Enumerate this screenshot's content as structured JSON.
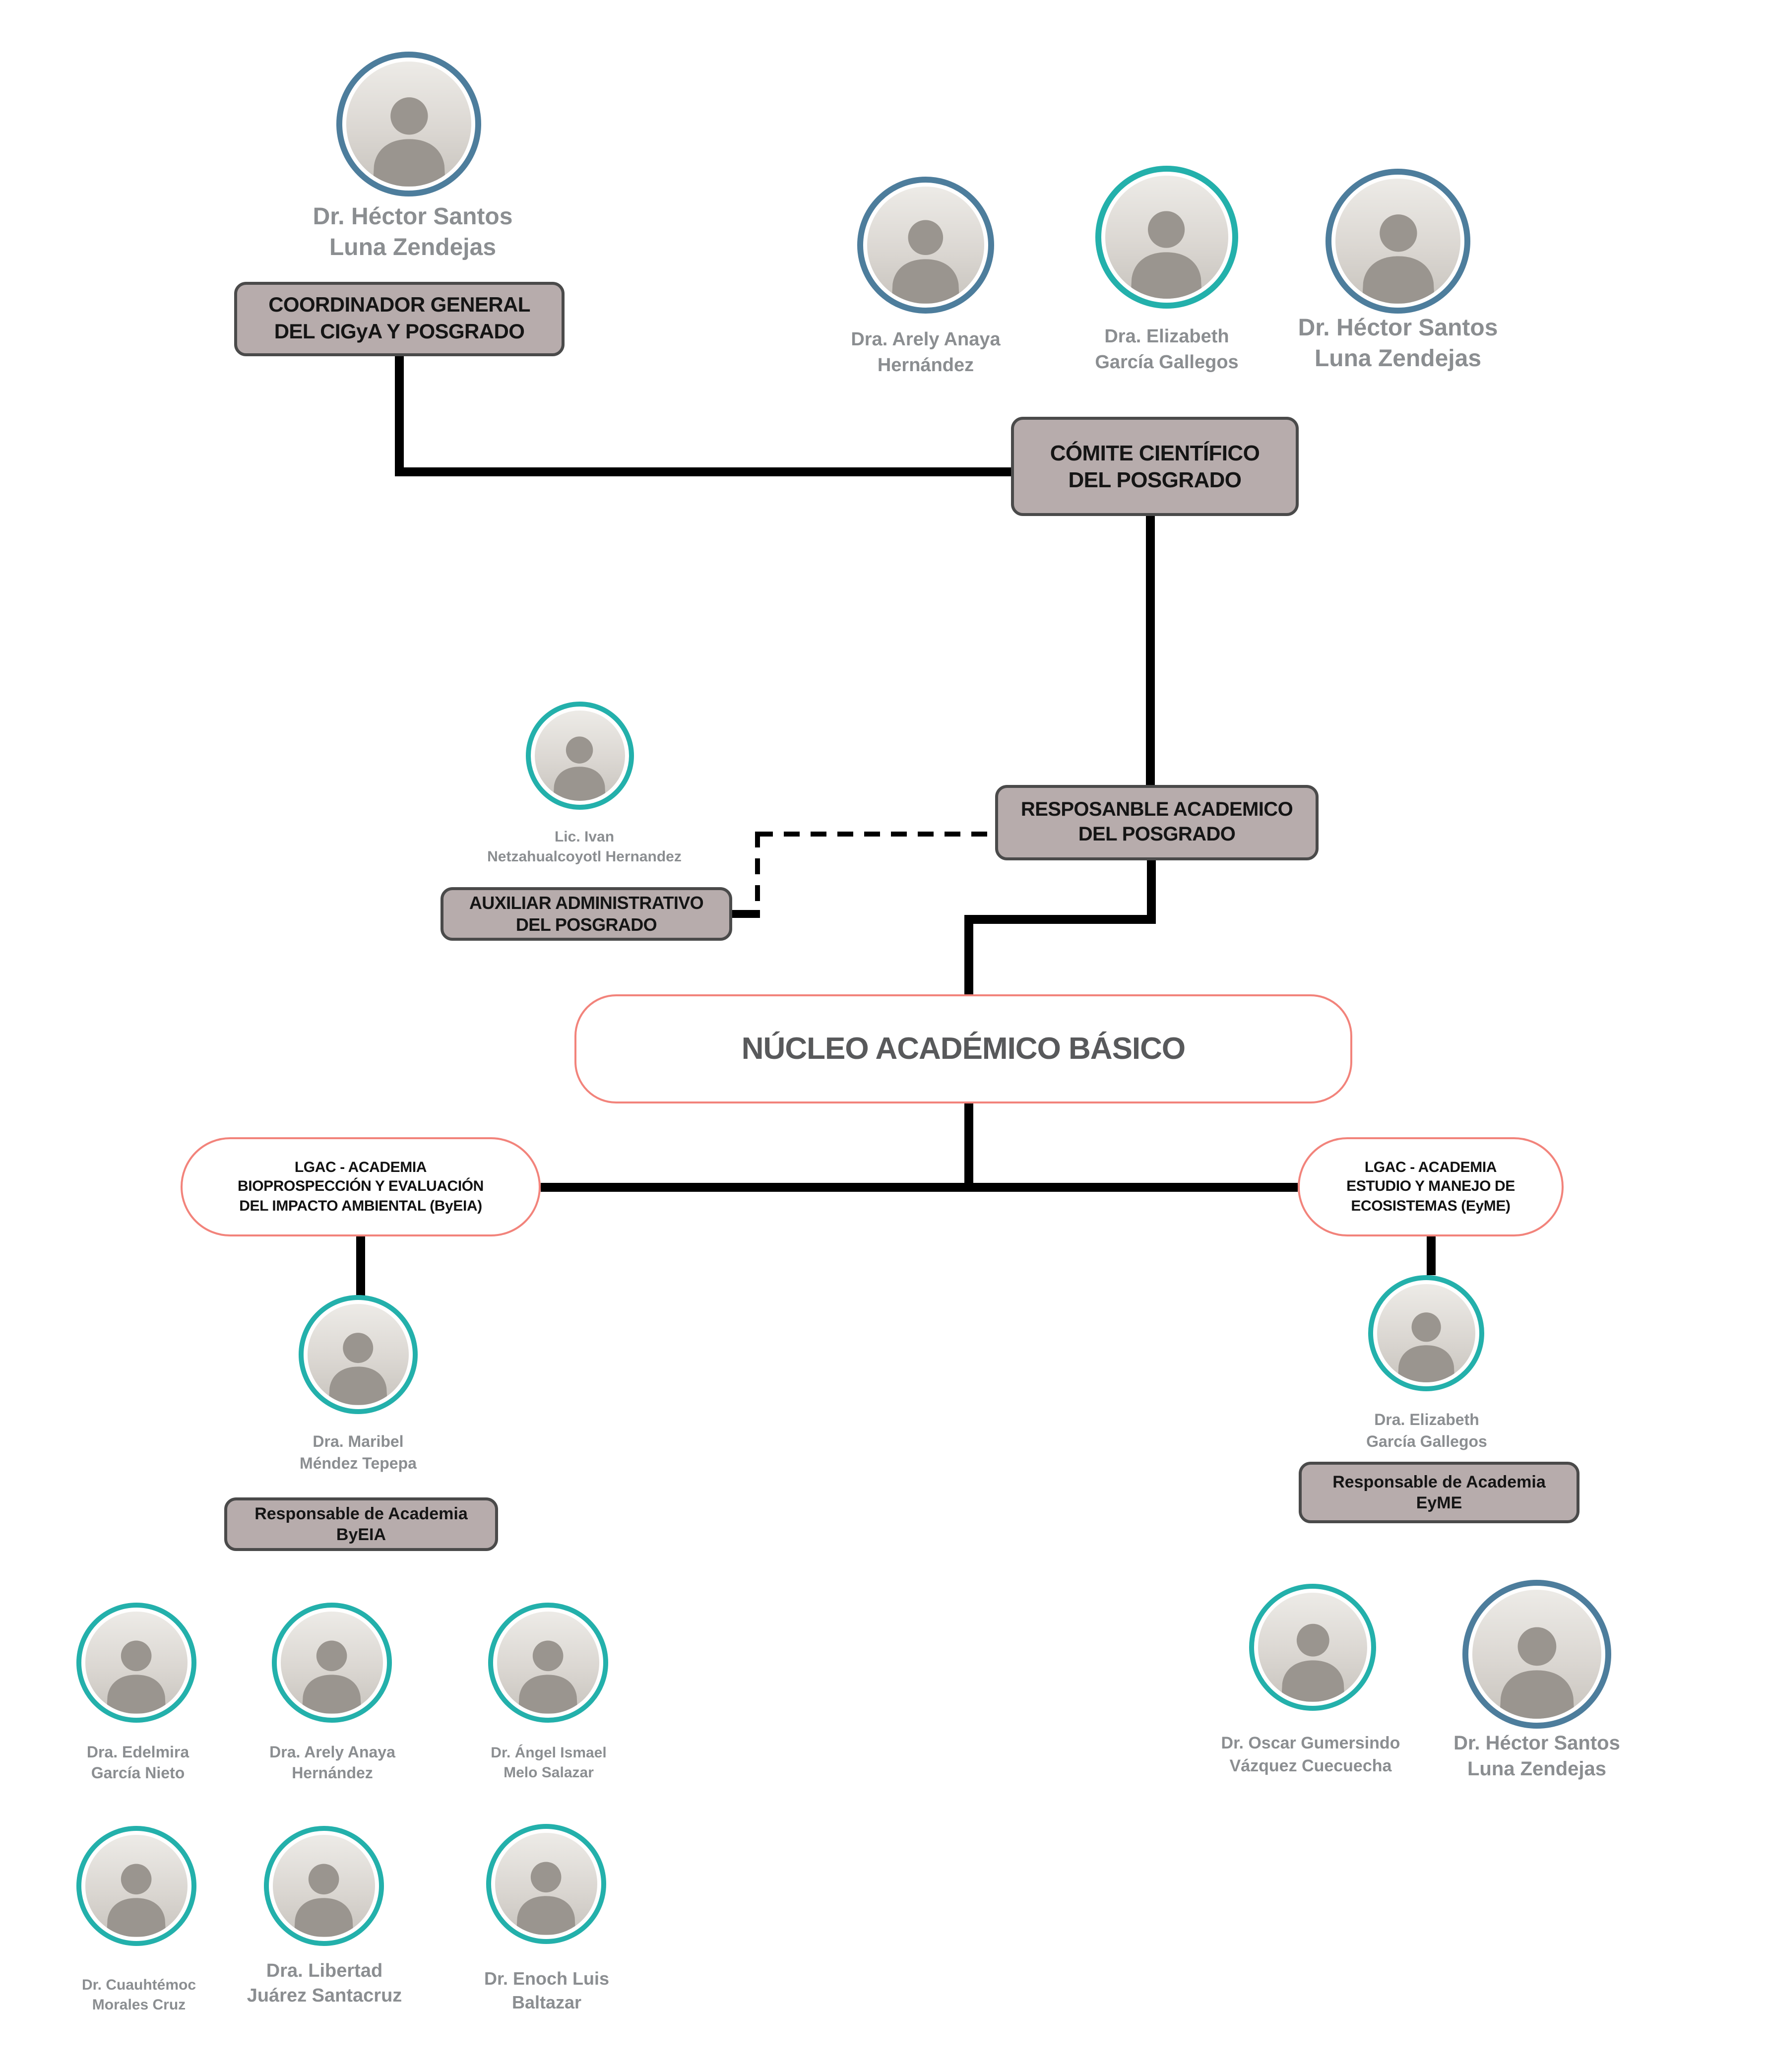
{
  "colors": {
    "teal_ring": "#23b0ab",
    "steel_ring": "#4d7d9c",
    "gray_box_fill": "#b7acac",
    "gray_box_border": "#4a4a4a",
    "red_pill_border": "#f2837b",
    "box_text": "#151515",
    "name_text": "#8b8e91",
    "nucleo_text": "#58595b",
    "connector": "#000000"
  },
  "boxes": {
    "coordinador_general": {
      "label": "COORDINADOR GENERAL\nDEL CIGyA Y POSGRADO"
    },
    "comite_cientifico": {
      "label": "CÓMITE CIENTÍFICO\nDEL POSGRADO"
    },
    "responsable_academico": {
      "label": "RESPOSANBLE ACADEMICO\nDEL POSGRADO"
    },
    "auxiliar_administrativo": {
      "label": "AUXILIAR ADMINISTRATIVO\nDEL POSGRADO"
    },
    "nucleo_academico": {
      "label": "NÚCLEO ACADÉMICO BÁSICO"
    },
    "lgac_byeia": {
      "label": "LGAC - ACADEMIA\nBIOPROSPECCIÓN Y EVALUACIÓN\nDEL IMPACTO AMBIENTAL (ByEIA)"
    },
    "lgac_eyme": {
      "label": "LGAC - ACADEMIA\nESTUDIO Y MANEJO DE\nECOSISTEMAS (EyME)"
    },
    "responsable_byeia": {
      "label": "Responsable de Academia\nByEIA"
    },
    "responsable_eyme": {
      "label": "Responsable de Academia\nEyME"
    }
  },
  "people": {
    "hector_coordinador": {
      "name": "Dr. Héctor Santos\nLuna Zendejas"
    },
    "arely_comite": {
      "name": "Dra. Arely Anaya\nHernández"
    },
    "elizabeth_comite": {
      "name": "Dra. Elizabeth\nGarcía Gallegos"
    },
    "hector_comite": {
      "name": "Dr. Héctor Santos\nLuna Zendejas"
    },
    "ivan_auxiliar": {
      "name": "Lic. Ivan\nNetzahualcoyotl Hernandez"
    },
    "maribel_byeia": {
      "name": "Dra. Maribel\nMéndez Tepepa"
    },
    "elizabeth_eyme": {
      "name": "Dra. Elizabeth\nGarcía Gallegos"
    },
    "edelmira_byeia": {
      "name": "Dra. Edelmira\nGarcía Nieto"
    },
    "arely_byeia": {
      "name": "Dra. Arely Anaya\nHernández"
    },
    "angel_byeia": {
      "name": "Dr. Ángel Ismael\nMelo Salazar"
    },
    "cuauhtemoc_byeia": {
      "name": "Dr. Cuauhtémoc\nMorales Cruz"
    },
    "libertad_byeia": {
      "name": "Dra. Libertad\nJuárez Santacruz"
    },
    "enoch_byeia": {
      "name": "Dr. Enoch Luis\nBaltazar"
    },
    "oscar_eyme": {
      "name": "Dr. Oscar Gumersindo\nVázquez Cuecuecha"
    },
    "hector_eyme": {
      "name": "Dr. Héctor Santos\nLuna Zendejas"
    }
  },
  "edges": [
    {
      "from": "coordinador_general",
      "to": "comite_cientifico",
      "style": "solid"
    },
    {
      "from": "comite_cientifico",
      "to": "responsable_academico",
      "style": "solid"
    },
    {
      "from": "responsable_academico",
      "to": "auxiliar_administrativo",
      "style": "dashed"
    },
    {
      "from": "responsable_academico",
      "to": "nucleo_academico",
      "style": "solid"
    },
    {
      "from": "nucleo_academico",
      "to": "lgac_byeia",
      "style": "solid"
    },
    {
      "from": "nucleo_academico",
      "to": "lgac_eyme",
      "style": "solid"
    },
    {
      "from": "lgac_byeia",
      "to": "maribel_byeia",
      "style": "solid"
    },
    {
      "from": "lgac_eyme",
      "to": "elizabeth_eyme",
      "style": "solid"
    }
  ]
}
